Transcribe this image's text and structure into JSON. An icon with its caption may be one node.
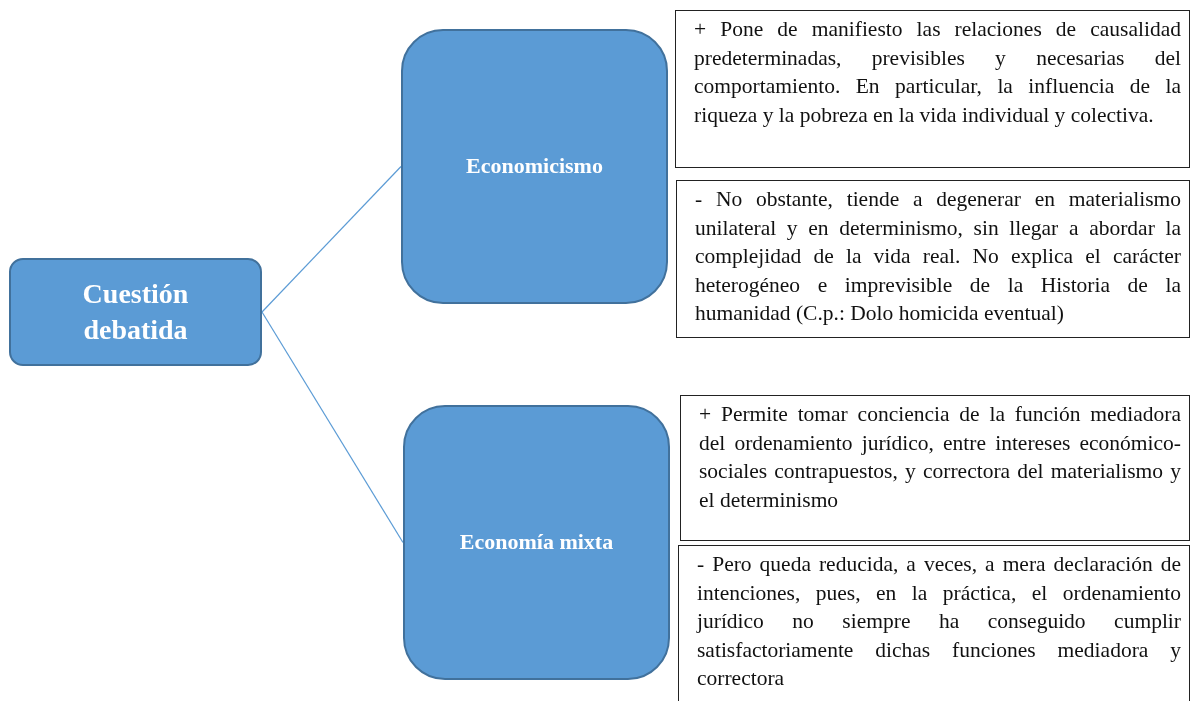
{
  "diagram": {
    "nodes": [
      {
        "text": [
          "Cuestión debatida"
        ]
      },
      {
        "text": [
          "Economicismo"
        ]
      },
      {
        "text": [
          "Economía mixta"
        ]
      },
      {
        "text": [
          "+ Pone de manifiesto las relaciones de causalidad predeterminadas, previsibles y necesarias del comportamiento. En particular, la influencia de la riqueza y la pobreza en la vida individual y colectiva."
        ]
      },
      {
        "text": [
          "- No obstante, tiende a degenerar en materialismo unilateral y en determinismo, sin llegar a abordar la complejidad de la vida real. No explica el carácter heterogéneo e imprevisible de la Historia de la humanidad (C.p.: Dolo homicida eventual)"
        ]
      },
      {
        "text": [
          "+ Permite tomar conciencia de la función mediadora del ordenamiento jurídico, entre intereses económico-sociales contrapuestos, y correctora del materialismo y el determinismo"
        ]
      },
      {
        "text": [
          "- Pero queda reducida, a veces, a mera declaración de intenciones, pues, en la práctica, el ordenamiento jurídico no siempre ha conseguido cumplir satisfactoriamente dichas funciones mediadora y correctora"
        ]
      }
    ],
    "edges": [
      {
        "from": 0,
        "to": 1,
        "arrow": "none"
      },
      {
        "from": 0,
        "to": 2,
        "arrow": "none"
      }
    ]
  }
}
